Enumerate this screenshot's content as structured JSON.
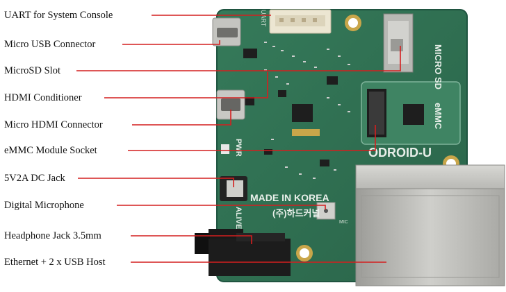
{
  "labels": [
    "UART for System Console",
    "Micro USB Connector",
    "MicroSD Slot",
    "HDMI Conditioner",
    "Micro HDMI Connector",
    "eMMC Module Socket",
    "5V2A DC Jack",
    "Digital Microphone",
    "Headphone Jack 3.5mm",
    "Ethernet + 2 x USB Host"
  ],
  "board": {
    "micro_sd": "MICRO SD",
    "emmc": "eMMC",
    "model": "ODROID-U",
    "made_in": "MADE IN KOREA",
    "maker": "(주)하드커널",
    "pwr": "PWR",
    "alive": "ALIVE",
    "uart": "UART",
    "mic": "MIC"
  },
  "colors": {
    "pcb": "#2f6f52",
    "pcb_dark": "#1f5440",
    "leader": "#d41f1f",
    "metal": "#b9b9b5",
    "connector_black": "#1c1c1c"
  }
}
